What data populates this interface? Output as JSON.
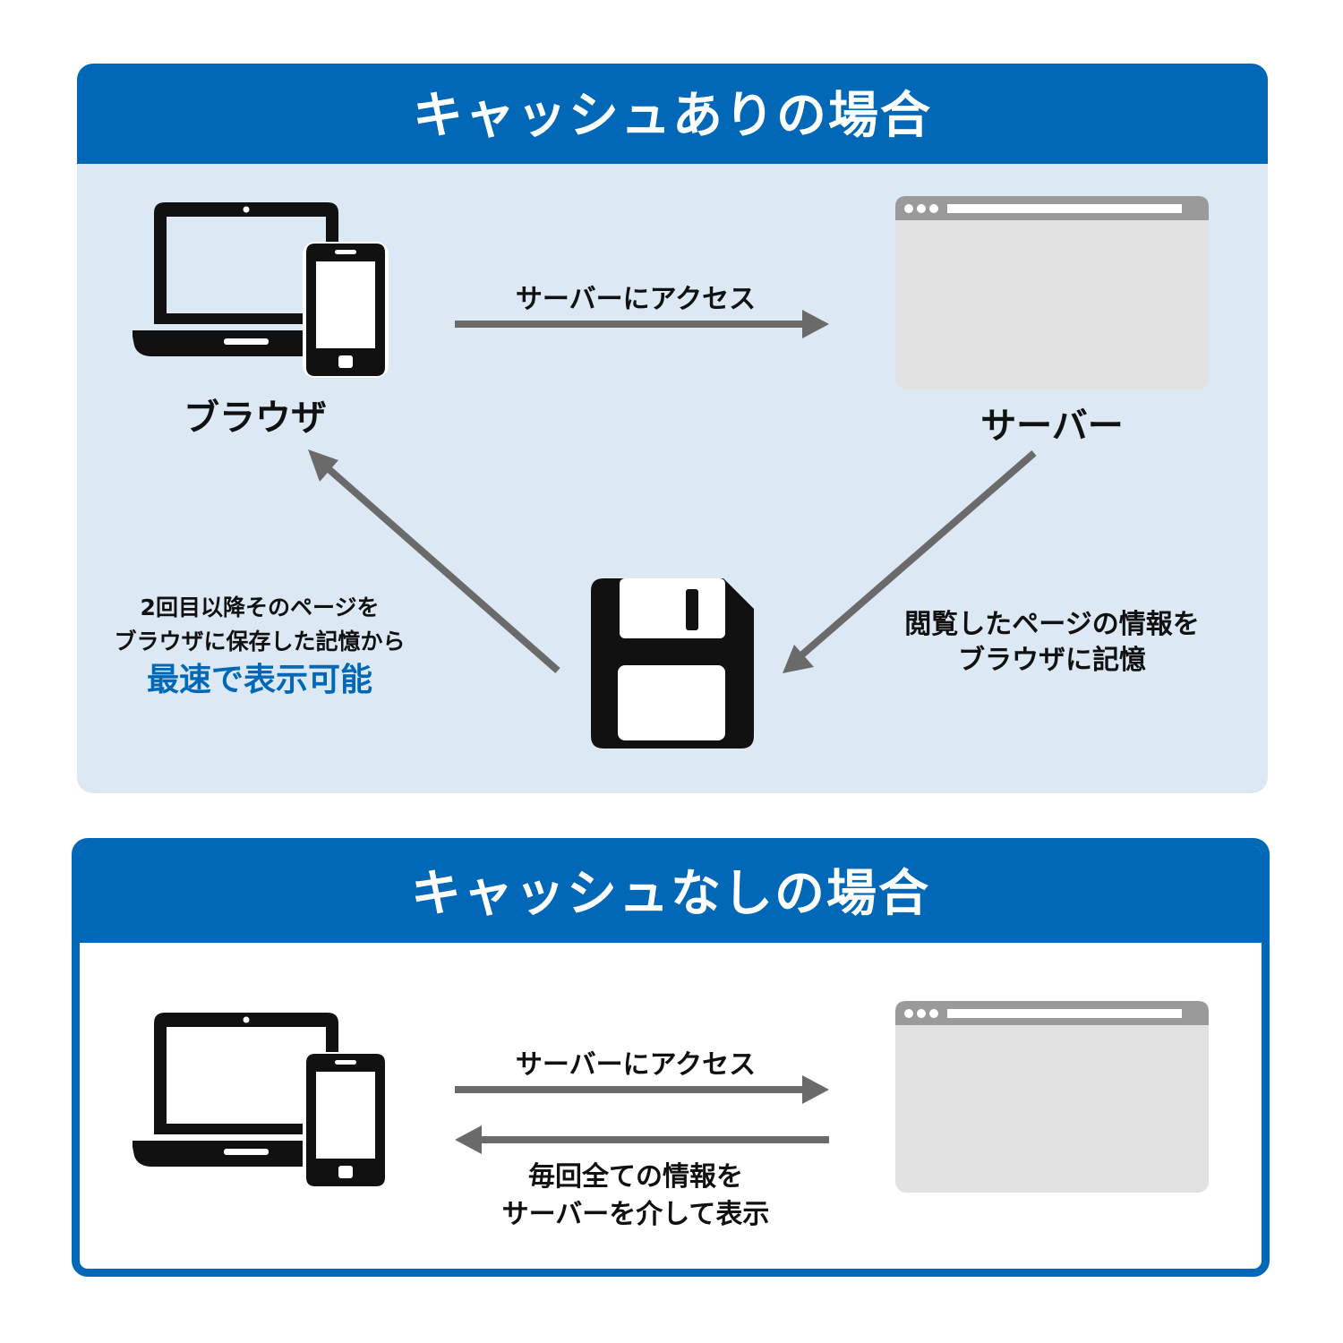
{
  "colors": {
    "brand_blue": "#0068b7",
    "light_panel_bg": "#dce9f5",
    "arrow_gray": "#6a6a6a",
    "server_window_body": "#e2e2e2",
    "server_window_bar": "#9a9a9a",
    "icon_black": "#111111"
  },
  "icons": {
    "client": "laptop-and-smartphone-icon",
    "server": "browser-window-icon",
    "storage": "floppy-disk-icon"
  },
  "cache_section": {
    "title": "キャッシュありの場合",
    "browser_label": "ブラウザ",
    "server_label": "サーバー",
    "access_label": "サーバーにアクセス",
    "store_text": {
      "line1": "閲覧したページの情報を",
      "line2": "ブラウザに記憶"
    },
    "result_text": {
      "line1": "2回目以降そのページを",
      "line2": "ブラウザに保存した記憶から",
      "highlight": "最速で表示可能"
    }
  },
  "nocache_section": {
    "title": "キャッシュなしの場合",
    "access_label": "サーバーにアクセス",
    "return_text": {
      "line1": "毎回全ての情報を",
      "line2": "サーバーを介して表示"
    }
  }
}
